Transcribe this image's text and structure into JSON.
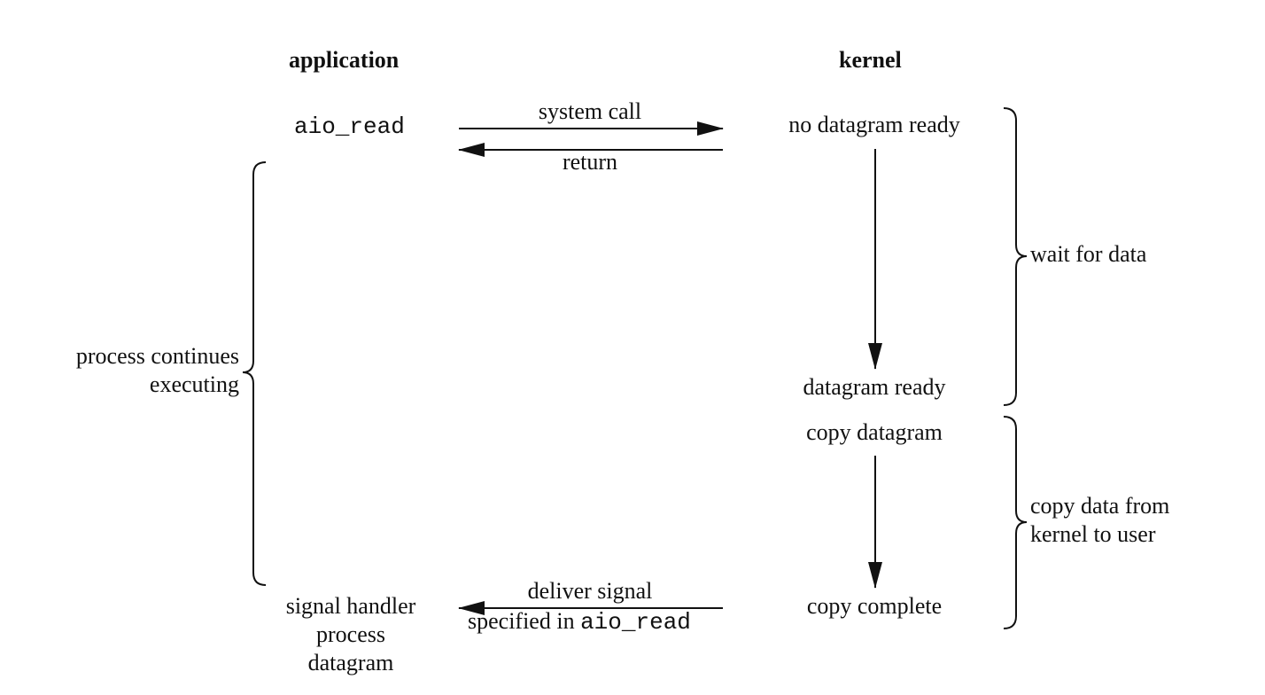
{
  "headers": {
    "application": "application",
    "kernel": "kernel"
  },
  "app": {
    "call": "aio_read",
    "handler_lines": [
      "signal handler",
      "process",
      "datagram"
    ],
    "continues_lines": [
      "process continues",
      "executing"
    ]
  },
  "arrows": {
    "system_call": "system call",
    "return": "return",
    "deliver_line1": "deliver signal",
    "deliver_line2_text": "specified in ",
    "deliver_line2_code": "aio_read"
  },
  "kernel": {
    "no_datagram": "no datagram ready",
    "datagram_ready": "datagram ready",
    "copy_datagram": "copy datagram",
    "copy_complete": "copy complete"
  },
  "phases": {
    "wait": "wait for data",
    "copy_lines": [
      "copy data from",
      "kernel to user"
    ]
  }
}
